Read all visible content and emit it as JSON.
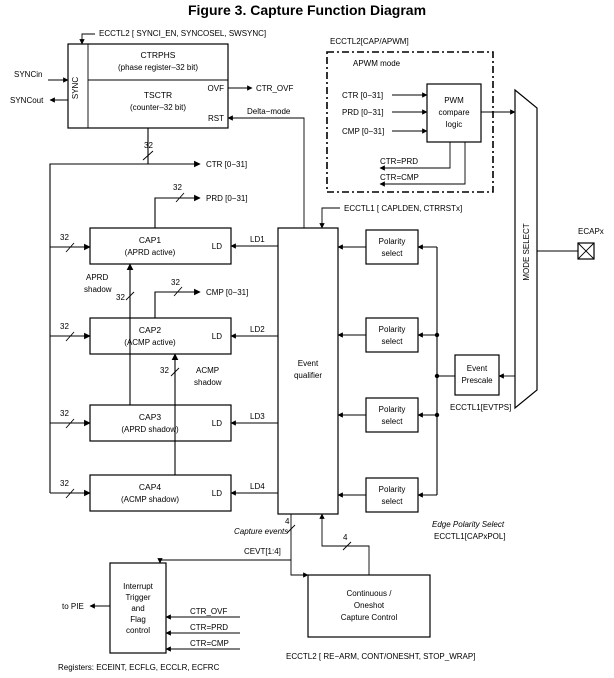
{
  "title": "Figure 3. Capture Function Diagram",
  "ecctl2_sync": "ECCTL2 [ SYNCI_EN, SYNCOSEL, SWSYNC]",
  "sync_label": "SYNC",
  "syncin": "SYNCin",
  "syncout": "SYNCout",
  "ctrphs": [
    "CTRPHS",
    "(phase register–32 bit)"
  ],
  "tsctr": [
    "TSCTR",
    "(counter–32 bit)"
  ],
  "ovf": "OVF",
  "rst": "RST",
  "ctr_ovf": "CTR_OVF",
  "delta_mode": "Delta−mode",
  "bus32": "32",
  "bus4": "4",
  "ctr_bus": "CTR [0−31]",
  "prd_bus": "PRD [0−31]",
  "cmp_bus": "CMP [0−31]",
  "ecctl2_cap": "ECCTL2[CAP/APWM]",
  "apwm_mode": "APWM  mode",
  "ctr_in": "CTR [0−31]",
  "prd_in": "PRD [0−31]",
  "cmp_in": "CMP [0−31]",
  "pwm_logic": [
    "PWM",
    "compare",
    "logic"
  ],
  "ctr_prd": "CTR=PRD",
  "ctr_cmp": "CTR=CMP",
  "ecctl1_cap": "ECCTL1 [ CAPLDEN, CTRRSTx]",
  "cap1": [
    "CAP1",
    "(APRD active)"
  ],
  "cap2": [
    "CAP2",
    "(ACMP active)"
  ],
  "cap3": [
    "CAP3",
    "(APRD shadow)"
  ],
  "cap4": [
    "CAP4",
    "(ACMP shadow)"
  ],
  "ld": "LD",
  "ld1": "LD1",
  "ld2": "LD2",
  "ld3": "LD3",
  "ld4": "LD4",
  "aprd_shadow": [
    "APRD",
    "shadow"
  ],
  "acmp_shadow": [
    "ACMP",
    "shadow"
  ],
  "event_qualifier": [
    "Event",
    "qualifier"
  ],
  "polarity_select": [
    "Polarity",
    "select"
  ],
  "event_prescale": [
    "Event",
    "Prescale"
  ],
  "ecctl1_evtps": "ECCTL1[EVTPS]",
  "mode_select": "MODE SELECT",
  "ecapx": "ECAPx",
  "edge_polarity": "Edge Polarity Select",
  "ecctl1_capxpol": "ECCTL1[CAPxPOL]",
  "capture_events": "Capture events",
  "cevt": "CEVT[1:4]",
  "interrupt": [
    "Interrupt",
    "Trigger",
    "and",
    "Flag",
    "control"
  ],
  "to_pie": "to PIE",
  "ctr_ovf_in": "CTR_OVF",
  "ctr_prd_in": "CTR=PRD",
  "ctr_cmp_in": "CTR=CMP",
  "continuous": [
    "Continuous /",
    "Oneshot",
    "Capture Control"
  ],
  "registers": "Registers:  ECEINT, ECFLG, ECCLR, ECFRC",
  "ecctl2_rearm": "ECCTL2 [ RE−ARM, CONT/ONESHT, STOP_WRAP]"
}
